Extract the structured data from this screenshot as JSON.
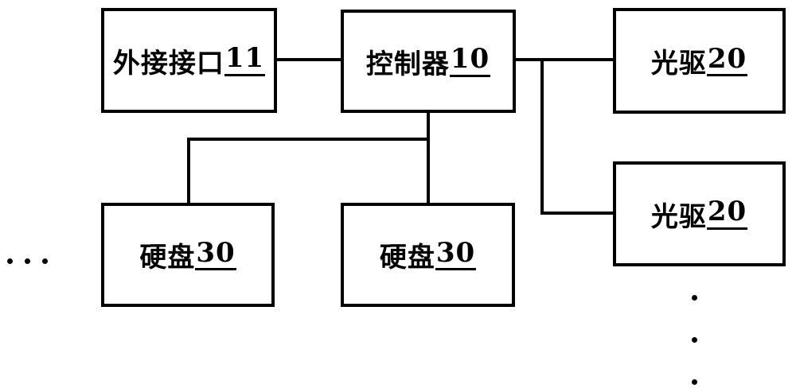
{
  "figure": {
    "type": "block-diagram",
    "background_color": "#ffffff",
    "line_color": "#000000",
    "boxes": [
      {
        "name": "external-interface",
        "label": "外接接口",
        "ref": "11"
      },
      {
        "name": "controller",
        "label": "控制器",
        "ref": "10"
      },
      {
        "name": "optical-drive-top",
        "label": "光驱",
        "ref": "20"
      },
      {
        "name": "optical-drive-bottom",
        "label": "光驱",
        "ref": "20"
      },
      {
        "name": "hard-disk-left",
        "label": "硬盘",
        "ref": "30"
      },
      {
        "name": "hard-disk-middle",
        "label": "硬盘",
        "ref": "30"
      }
    ],
    "connections": [
      "external-interface — controller",
      "controller — optical-drive-top",
      "controller — optical-drive-bottom",
      "controller — hard-disk-left",
      "controller — hard-disk-middle"
    ],
    "ellipsis": {
      "horizontal_left_dots": 3,
      "vertical_bottom_right_dots": 3
    }
  }
}
